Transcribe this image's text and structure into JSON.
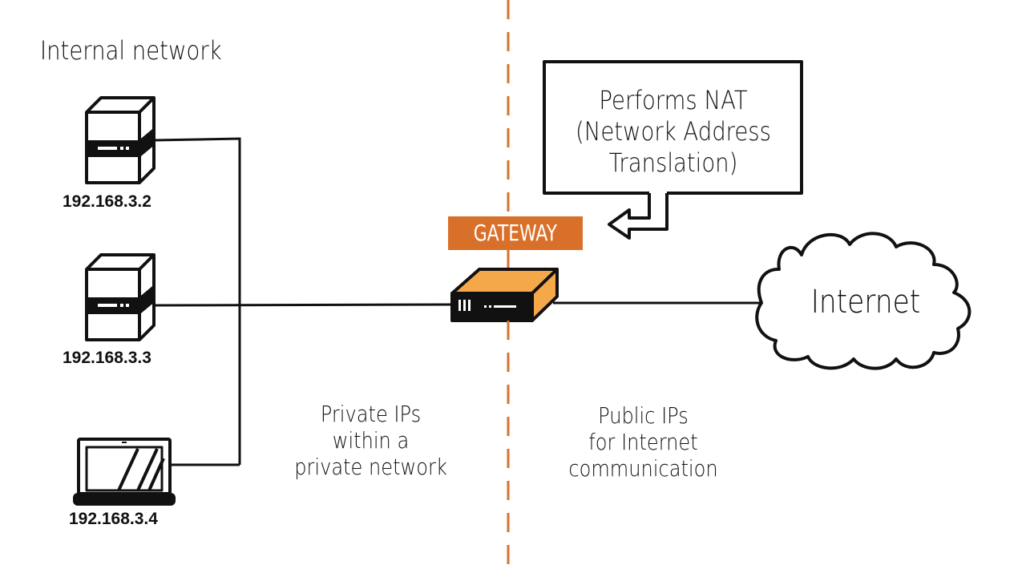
{
  "diagram": {
    "title": "Internal network",
    "devices": [
      {
        "type": "server",
        "ip": "192.168.3.2"
      },
      {
        "type": "server",
        "ip": "192.168.3.3"
      },
      {
        "type": "laptop",
        "ip": "192.168.3.4"
      }
    ],
    "gateway": {
      "label": "GATEWAY",
      "color": "#d9702a",
      "body_color": "#f5a84a"
    },
    "callout": {
      "lines": [
        "Performs NAT",
        "(Network Address",
        "Translation)"
      ]
    },
    "internet": {
      "label": "Internet"
    },
    "zones": {
      "private": {
        "lines": [
          "Private IPs",
          "within a",
          "private network"
        ]
      },
      "public": {
        "lines": [
          "Public IPs",
          "for Internet",
          "communication"
        ]
      }
    },
    "divider_color": "#d9702a"
  }
}
